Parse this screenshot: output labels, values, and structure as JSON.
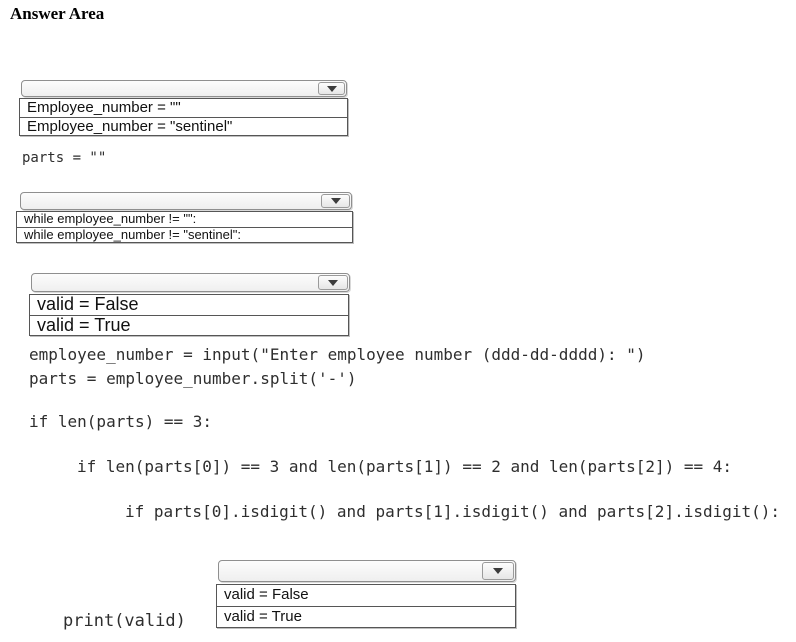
{
  "title": "Answer Area",
  "colors": {
    "background": "#ffffff",
    "select_border": "#8f8f8f",
    "options_border": "#565656",
    "option_text": "#111111",
    "code_text": "#2e2e2e",
    "arrow": "#3c3c3c"
  },
  "dropdowns": [
    {
      "name": "employee-number-init",
      "selected": "",
      "options": [
        "Employee_number = \"\"",
        "Employee_number = \"sentinel\""
      ]
    },
    {
      "name": "while-condition",
      "selected": "",
      "options": [
        "while employee_number != \"\":",
        "while employee_number != \"sentinel\":"
      ]
    },
    {
      "name": "valid-init",
      "selected": "",
      "options": [
        "valid = False",
        "valid = True"
      ]
    },
    {
      "name": "valid-assignment",
      "selected": "",
      "options": [
        "valid = False",
        "valid = True"
      ]
    }
  ],
  "code": {
    "parts_init": "parts = \"\"",
    "input_line": "employee_number = input(\"Enter employee number (ddd-dd-dddd): \")",
    "split_line": "parts = employee_number.split('-')",
    "if_len": "if len(parts) == 3:",
    "if_len_parts": "if len(parts[0]) == 3 and len(parts[1]) == 2 and len(parts[2]) == 4:",
    "if_isdigit": "if parts[0].isdigit() and parts[1].isdigit() and parts[2].isdigit():",
    "print_line": "print(valid)"
  }
}
